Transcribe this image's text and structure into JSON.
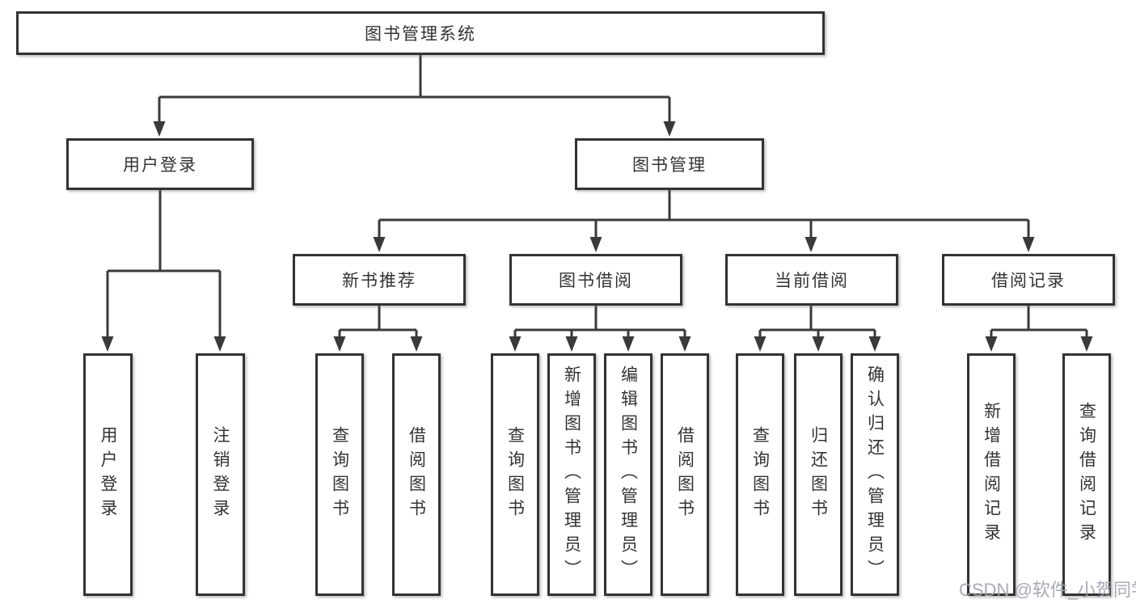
{
  "colors": {
    "line": "#3a3a3a",
    "box_border": "#333333",
    "text": "#333333",
    "box_bg": "#ffffff",
    "watermark": "#9ea3ac"
  },
  "watermark": {
    "text": "CSDN @软件_小贺同学"
  },
  "diagram": {
    "root": {
      "label": "图书管理系统"
    },
    "branches": [
      {
        "label": "用户登录",
        "children": [
          {
            "label": "用户登录"
          },
          {
            "label": "注销登录"
          }
        ]
      },
      {
        "label": "图书管理",
        "children": [
          {
            "label": "新书推荐",
            "children": [
              {
                "label": "查询图书"
              },
              {
                "label": "借阅图书"
              }
            ]
          },
          {
            "label": "图书借阅",
            "children": [
              {
                "label": "查询图书"
              },
              {
                "label": "新增图书（管理员）"
              },
              {
                "label": "编辑图书（管理员）"
              },
              {
                "label": "借阅图书"
              }
            ]
          },
          {
            "label": "当前借阅",
            "children": [
              {
                "label": "查询图书"
              },
              {
                "label": "归还图书"
              },
              {
                "label": "确认归还（管理员）"
              }
            ]
          },
          {
            "label": "借阅记录",
            "children": [
              {
                "label": "新增借阅记录"
              },
              {
                "label": "查询借阅记录"
              }
            ]
          }
        ]
      }
    ]
  }
}
